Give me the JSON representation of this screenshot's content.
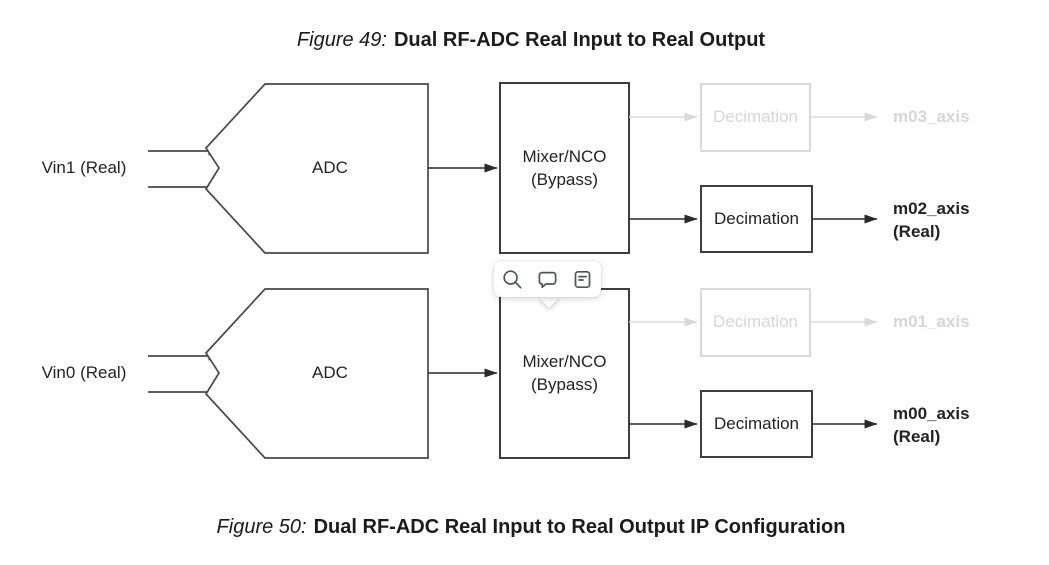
{
  "captions": {
    "top": {
      "prefix": "Figure 49:",
      "title": "Dual RF-ADC Real Input to Real Output"
    },
    "bottom": {
      "prefix": "Figure 50:",
      "title": "Dual RF-ADC Real Input to Real Output IP Configuration"
    }
  },
  "popup_toolbar": {
    "icons": [
      {
        "name": "search",
        "meaning": "magnifier"
      },
      {
        "name": "comment",
        "meaning": "speech-bubble"
      },
      {
        "name": "note",
        "meaning": "document-with-lines"
      }
    ]
  },
  "colors": {
    "line": "#2b2b2b",
    "box_stroke": "#3e3e3e",
    "faded": "#d8dada",
    "text": "#232325",
    "faded_text": "#d4d6d7"
  },
  "channels": [
    {
      "input_label": "Vin1 (Real)",
      "adc_label": "ADC",
      "mixer_line1": "Mixer/NCO",
      "mixer_line2": "(Bypass)",
      "paths": [
        {
          "state": "inactive",
          "block_label": "Decimation",
          "output_label": "m03_axis"
        },
        {
          "state": "active",
          "block_label": "Decimation",
          "output_label": "m02_axis",
          "output_note": "(Real)"
        }
      ]
    },
    {
      "input_label": "Vin0 (Real)",
      "adc_label": "ADC",
      "mixer_line1": "Mixer/NCO",
      "mixer_line2": "(Bypass)",
      "paths": [
        {
          "state": "inactive",
          "block_label": "Decimation",
          "output_label": "m01_axis"
        },
        {
          "state": "active",
          "block_label": "Decimation",
          "output_label": "m00_axis",
          "output_note": "(Real)"
        }
      ]
    }
  ]
}
